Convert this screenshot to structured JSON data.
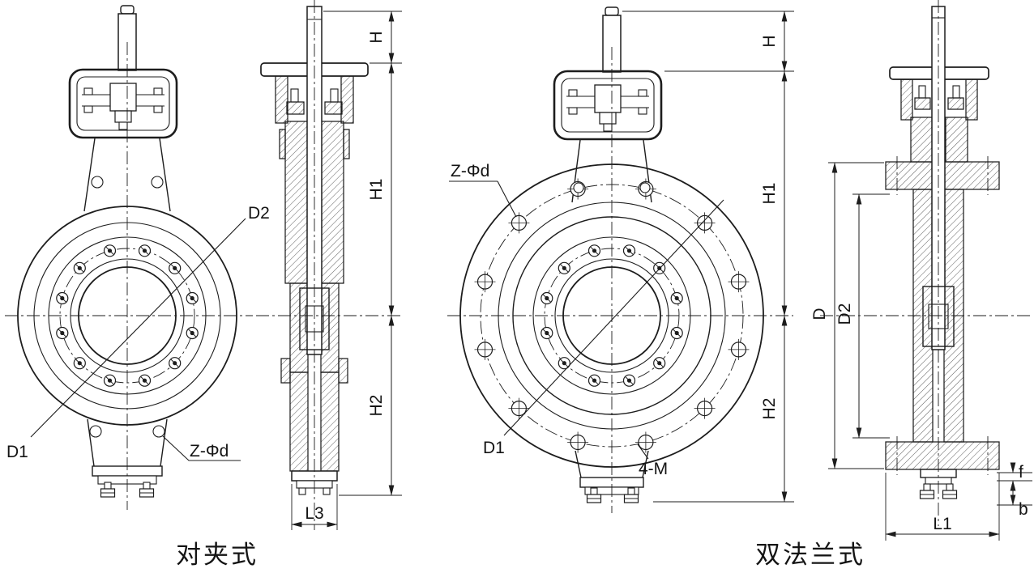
{
  "colors": {
    "line": "#1d1d1d",
    "background": "#ffffff"
  },
  "wafer": {
    "caption": "对夹式",
    "labels": {
      "d2": "D2",
      "d1": "D1",
      "z_phi_d": "Z-Φd",
      "h": "H",
      "h1": "H1",
      "h2": "H2",
      "l3": "L3"
    }
  },
  "double_flange": {
    "caption": "双法兰式",
    "labels": {
      "z_phi_d": "Z-Φd",
      "d1": "D1",
      "four_m": "4-M",
      "h": "H",
      "h1": "H1",
      "h2": "H2",
      "d": "D",
      "d2": "D2",
      "l1": "L1",
      "f": "f",
      "b": "b"
    }
  }
}
